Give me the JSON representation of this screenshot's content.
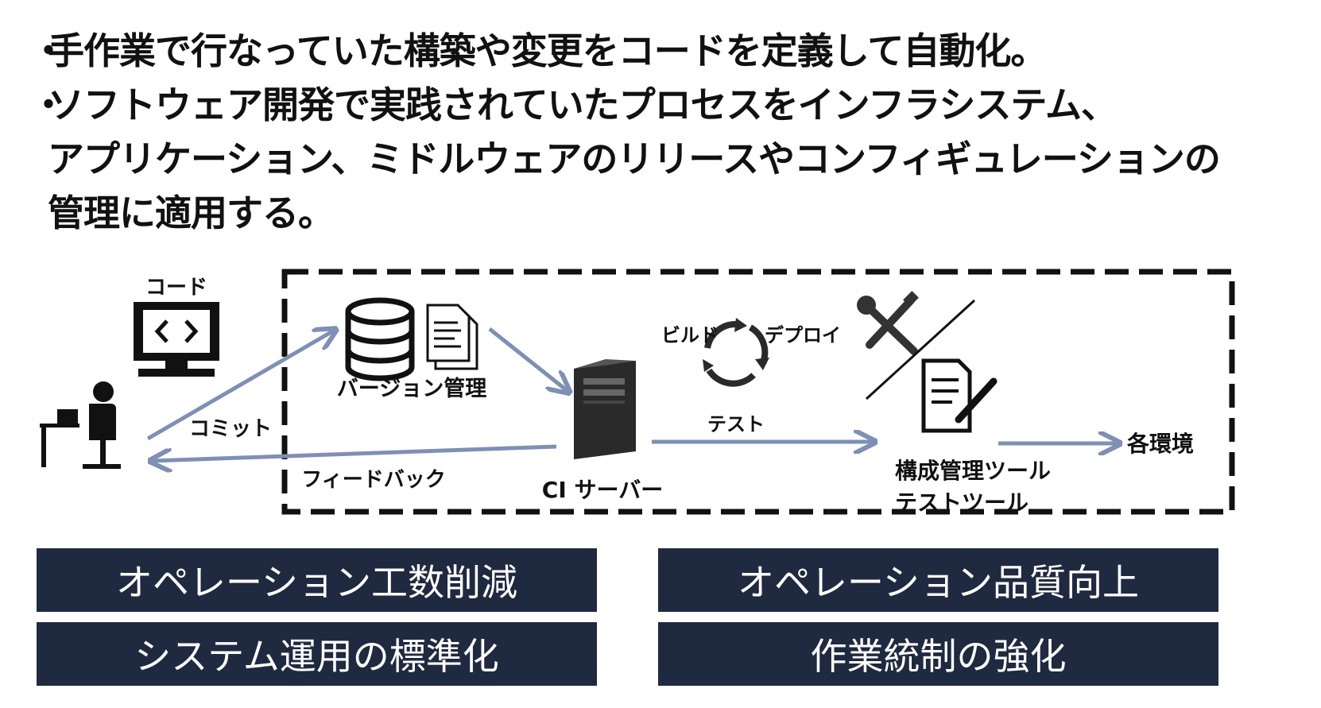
{
  "bullets": [
    {
      "dot": "・",
      "text": "手作業で行なっていた構築や変更をコードを定義して自動化。"
    },
    {
      "dot": "・",
      "text": "ソフトウェア開発で実践されていたプロセスをインフラシステム、"
    },
    {
      "text": "アプリケーション、ミドルウェアのリリースやコンフィギュレーションの"
    },
    {
      "text": "管理に適用する。"
    }
  ],
  "diagram": {
    "code_label": "コード",
    "commit_label": "コミット",
    "vcs_label": "バージョン管理",
    "feedback_label": "フィードバック",
    "ci_label": "CI サーバー",
    "build_label": "ビルド",
    "deploy_label": "デプロイ",
    "test_label": "テスト",
    "tools_label_1": "構成管理ツール",
    "tools_label_2": "テストツール",
    "env_label": "各環境"
  },
  "benefits": [
    "オペレーション工数削減",
    "オペレーション品質向上",
    "システム運用の標準化",
    "作業統制の強化"
  ],
  "colors": {
    "arrow": "#7f8fb5",
    "box_bg": "#1f2940",
    "box_text": "#ffffff"
  }
}
